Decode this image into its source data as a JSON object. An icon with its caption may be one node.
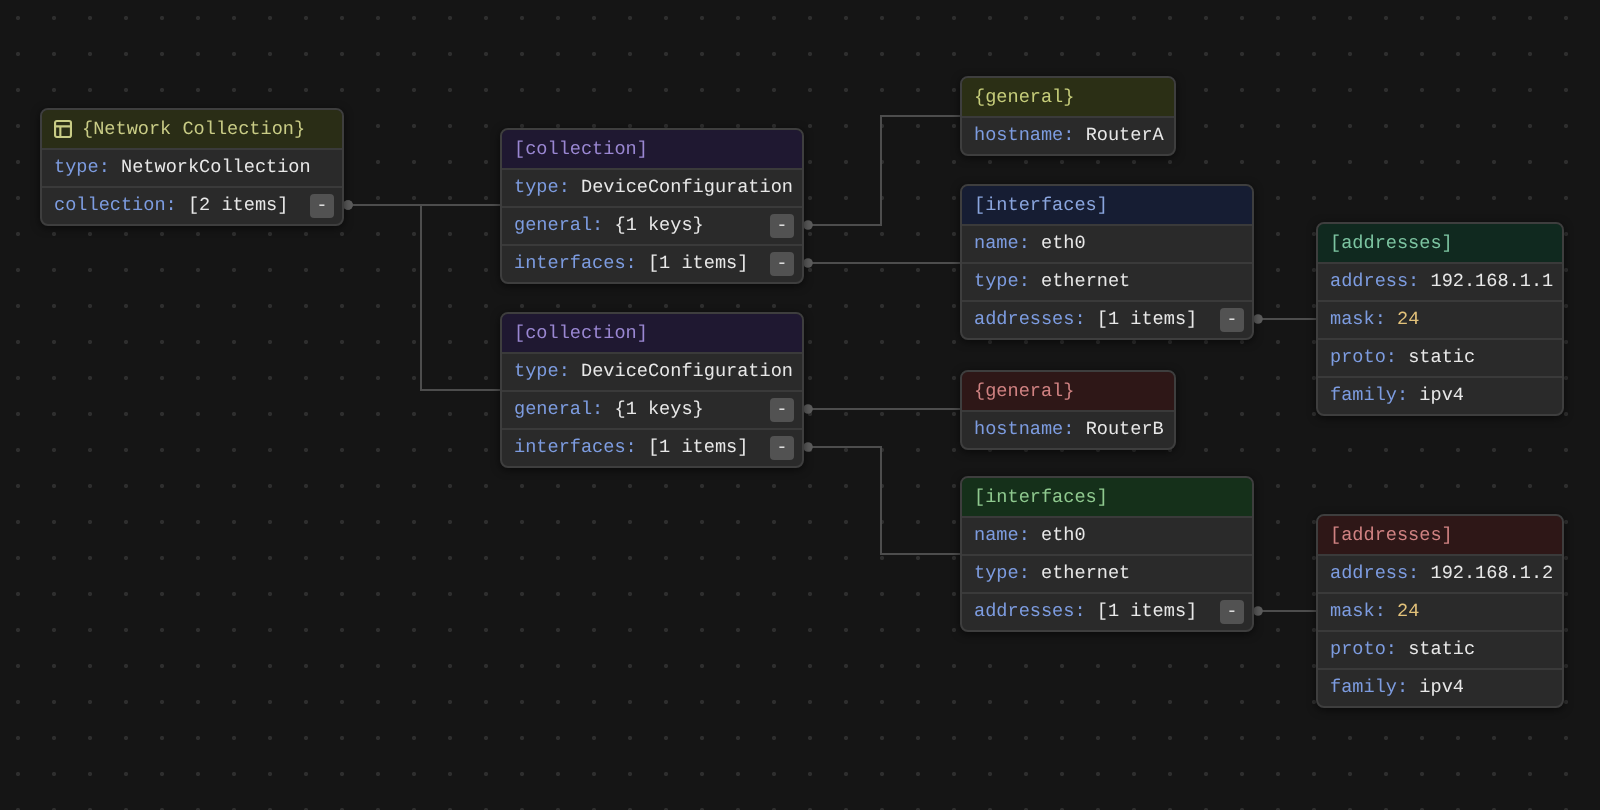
{
  "diagram": {
    "nodes": [
      {
        "text": [
          "{Network Collection}"
        ]
      },
      {
        "text": [
          "type:",
          "NetworkCollection"
        ],
        "in": 0
      },
      {
        "text": [
          "collection:",
          "[2 items]",
          "-"
        ],
        "in": 0
      },
      {
        "text": [
          "[collection]"
        ]
      },
      {
        "text": [
          "type:",
          "DeviceConfiguration"
        ],
        "in": 3
      },
      {
        "text": [
          "general:",
          "{1 keys}",
          "-"
        ],
        "in": 3
      },
      {
        "text": [
          "interfaces:",
          "[1 items]",
          "-"
        ],
        "in": 3
      },
      {
        "text": [
          "{general}"
        ]
      },
      {
        "text": [
          "hostname:",
          "RouterA"
        ],
        "in": 7
      },
      {
        "text": [
          "[interfaces]"
        ]
      },
      {
        "text": [
          "name:",
          "eth0"
        ],
        "in": 9
      },
      {
        "text": [
          "type:",
          "ethernet"
        ],
        "in": 9
      },
      {
        "text": [
          "addresses:",
          "[1 items]",
          "-"
        ],
        "in": 9
      },
      {
        "text": [
          "[addresses]"
        ]
      },
      {
        "text": [
          "address:",
          "192.168.1.1"
        ],
        "in": 13
      },
      {
        "text": [
          "mask:",
          "24"
        ],
        "in": 13
      },
      {
        "text": [
          "proto:",
          "static"
        ],
        "in": 13
      },
      {
        "text": [
          "family:",
          "ipv4"
        ],
        "in": 13
      },
      {
        "text": [
          "[collection]"
        ]
      },
      {
        "text": [
          "type:",
          "DeviceConfiguration"
        ],
        "in": 18
      },
      {
        "text": [
          "general:",
          "{1 keys}",
          "-"
        ],
        "in": 18
      },
      {
        "text": [
          "interfaces:",
          "[1 items]",
          "-"
        ],
        "in": 18
      },
      {
        "text": [
          "{general}"
        ]
      },
      {
        "text": [
          "hostname:",
          "RouterB"
        ],
        "in": 22
      },
      {
        "text": [
          "[interfaces]"
        ]
      },
      {
        "text": [
          "name:",
          "eth0"
        ],
        "in": 24
      },
      {
        "text": [
          "type:",
          "ethernet"
        ],
        "in": 24
      },
      {
        "text": [
          "addresses:",
          "[1 items]",
          "-"
        ],
        "in": 24
      },
      {
        "text": [
          "[addresses]"
        ]
      },
      {
        "text": [
          "address:",
          "192.168.1.2"
        ],
        "in": 28
      },
      {
        "text": [
          "mask:",
          "24"
        ],
        "in": 28
      },
      {
        "text": [
          "proto:",
          "static"
        ],
        "in": 28
      },
      {
        "text": [
          "family:",
          "ipv4"
        ],
        "in": 28
      }
    ],
    "edges": [
      {
        "from": 2,
        "to": 3,
        "arrow": "other"
      },
      {
        "from": 2,
        "to": 18,
        "arrow": "other"
      },
      {
        "from": 5,
        "to": 7,
        "arrow": "other"
      },
      {
        "from": 6,
        "to": 9,
        "arrow": "other"
      },
      {
        "from": 12,
        "to": 13,
        "arrow": "other"
      },
      {
        "from": 20,
        "to": 22,
        "arrow": "other"
      },
      {
        "from": 21,
        "to": 24,
        "arrow": "other"
      },
      {
        "from": 27,
        "to": 28,
        "arrow": "other"
      }
    ]
  }
}
